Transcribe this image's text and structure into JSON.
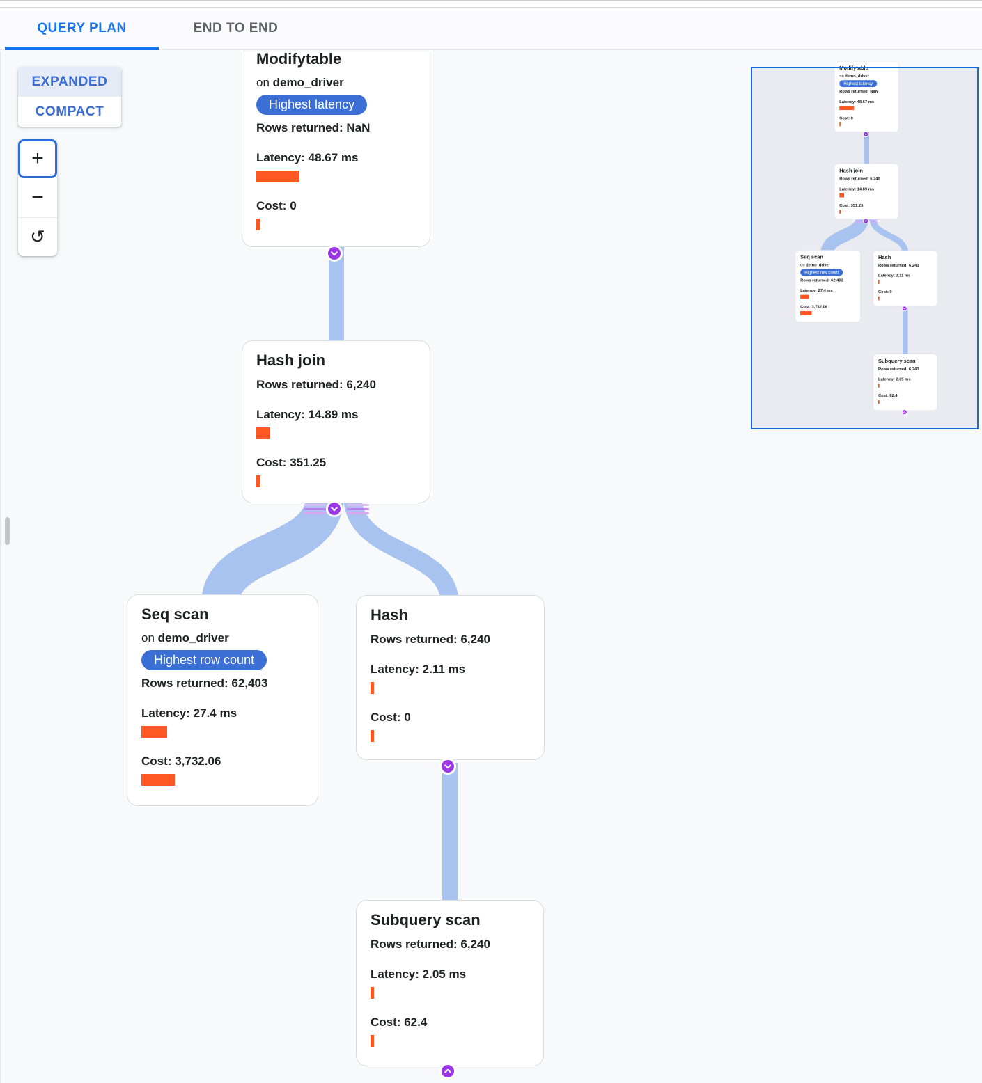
{
  "header": {
    "tabs": [
      {
        "label": "QUERY PLAN",
        "active": true
      },
      {
        "label": "END TO END",
        "active": false
      }
    ]
  },
  "view_toggle": {
    "expanded": "EXPANDED",
    "compact": "COMPACT",
    "selected": "EXPANDED"
  },
  "zoom_toolbar": {
    "zoom_in": "+",
    "zoom_out": "−",
    "reset": "↺"
  },
  "labels": {
    "on": "on",
    "rows_returned": "Rows returned:",
    "latency": "Latency:",
    "cost": "Cost:"
  },
  "nodes": {
    "modifytable": {
      "title": "Modifytable",
      "table": "demo_driver",
      "badge": "Highest latency",
      "rows": "NaN",
      "latency": "48.67 ms",
      "cost": "0",
      "latency_bar": "62px",
      "cost_bar": "5px"
    },
    "hash_join": {
      "title": "Hash join",
      "rows": "6,240",
      "latency": "14.89 ms",
      "cost": "351.25",
      "latency_bar": "20px",
      "cost_bar": "6px"
    },
    "seq_scan": {
      "title": "Seq scan",
      "table": "demo_driver",
      "badge": "Highest row count",
      "rows": "62,403",
      "latency": "27.4 ms",
      "cost": "3,732.06",
      "latency_bar": "37px",
      "cost_bar": "48px"
    },
    "hash": {
      "title": "Hash",
      "rows": "6,240",
      "latency": "2.11 ms",
      "cost": "0",
      "latency_bar": "5px",
      "cost_bar": "5px"
    },
    "subquery_scan": {
      "title": "Subquery scan",
      "rows": "6,240",
      "latency": "2.05 ms",
      "cost": "62.4",
      "latency_bar": "5px",
      "cost_bar": "5px"
    }
  },
  "colors": {
    "accent_blue": "#1a73e8",
    "badge_blue": "#3c6fd6",
    "bar_orange": "#ff5722",
    "connector_blue": "#a8c3f0",
    "expander_purple": "#9c35e6",
    "minimap_border": "#1967d2"
  }
}
